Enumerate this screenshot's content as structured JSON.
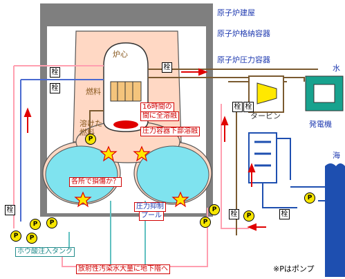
{
  "legend": {
    "reactor_building": "原子炉建屋",
    "containment_vessel": "原子炉格納容器",
    "pressure_vessel": "原子炉圧力容器",
    "water": "水",
    "generator": "発電機",
    "sea": "海",
    "pump_note": "※Pはポンプ"
  },
  "labels": {
    "core": "炉心",
    "fuel": "燃料",
    "melted_fuel_line1": "溶けた",
    "melted_fuel_line2": "燃料",
    "turbine": "タービン",
    "full_meltdown_line1": "16時間の",
    "full_meltdown_line2": "間に全溶融",
    "vessel_bottom_melt": "圧力容器下部溶融",
    "damage_question": "各所で損傷か？",
    "suppression_pool_line1": "圧力抑制",
    "suppression_pool_line2": "プール",
    "boric_acid_tank": "ホウ酸注入タンク",
    "contaminated_water": "放射性汚染水大量に地下階へ"
  },
  "symbols": {
    "valve": "栓",
    "pump": "P"
  },
  "colors": {
    "building": "#7f7f7f",
    "containment": "#ffd8c4",
    "pool": "#7fe3ef",
    "turbine": "#ffe800",
    "generator": "#18a28e",
    "sea": "#1e4fb0",
    "alert": "#e00000"
  }
}
